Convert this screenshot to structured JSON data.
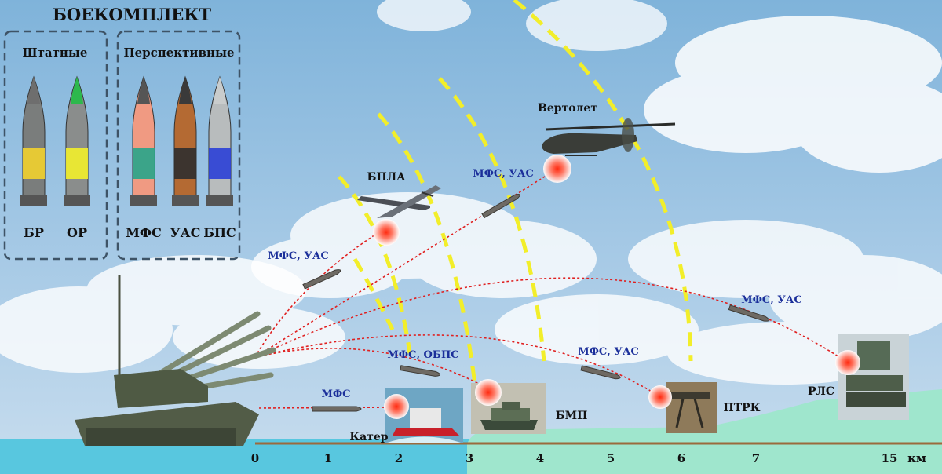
{
  "title": "БОЕКОМПЛЕКТ",
  "ammo": {
    "standard": {
      "heading": "Штатные",
      "items": [
        {
          "code": "БР",
          "body": "#7a7d7c",
          "band": "#f2d22e",
          "tip": "#6e6e6e"
        },
        {
          "code": "ОР",
          "body": "#8a8d8c",
          "band": "#f2ef2a",
          "tip": "#2db84c"
        }
      ]
    },
    "prospective": {
      "heading": "Перспективные",
      "items": [
        {
          "code": "МФС",
          "body": "#f09a82",
          "band": "#27a58a",
          "tip": "#555555"
        },
        {
          "code": "УАС",
          "body": "#b46a33",
          "band": "#2f2f2f",
          "tip": "#3a3a3a"
        },
        {
          "code": "БПС",
          "body": "#b8bcbd",
          "band": "#2b3fd6",
          "tip": "#c9cccc"
        }
      ]
    }
  },
  "targets": {
    "uav": "БПЛА",
    "helicopter": "Вертолет",
    "boat": "Катер",
    "ifv": "БМП",
    "atgm": "ПТРК",
    "radar": "РЛС"
  },
  "projectile_labels": {
    "boat": "МФС",
    "uav": "МФС, УАС",
    "ifv": "МФС, ОБПС",
    "helicopter": "МФС, УАС",
    "atgm": "МФС, УАС",
    "radar": "МФС, УАС"
  },
  "scale": {
    "ticks": [
      "0",
      "1",
      "2",
      "3",
      "4",
      "5",
      "6",
      "7",
      "15"
    ],
    "unit": "км"
  },
  "colors": {
    "trajectory": "#e02020",
    "range_arc": "#f2ee2a",
    "label_blue": "#1b2f9a",
    "ground": "#9fe6cd",
    "water": "#58c7df",
    "frame": "#3e5366"
  }
}
